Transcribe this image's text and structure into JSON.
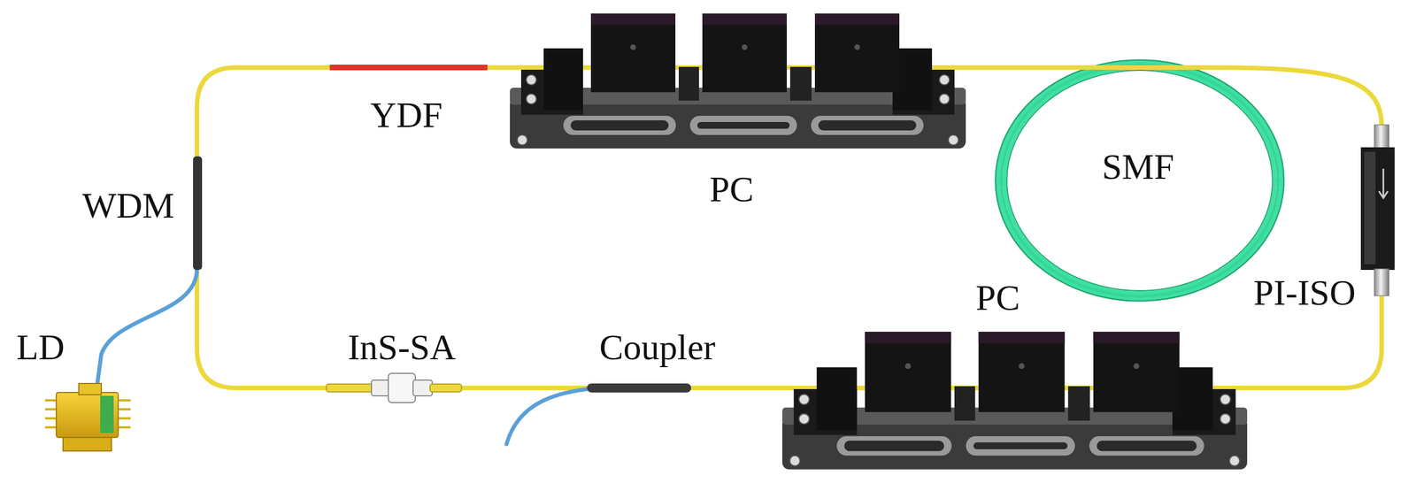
{
  "diagram": {
    "labels": [
      "YDF",
      "PC",
      "SMF",
      "WDM",
      "PC",
      "PI-ISO",
      "LD",
      "InS-SA",
      "Coupler"
    ]
  }
}
